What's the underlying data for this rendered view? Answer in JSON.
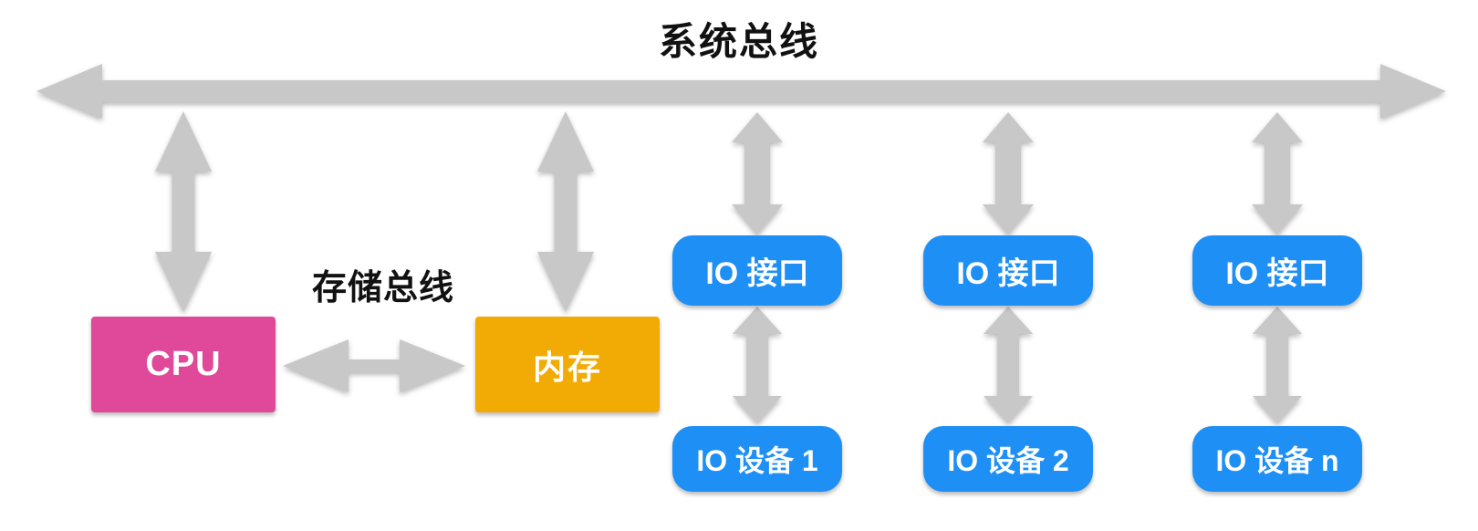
{
  "title": {
    "text": "系统总线"
  },
  "storage_bus": {
    "label": "存储总线"
  },
  "nodes": {
    "cpu": {
      "label": "CPU"
    },
    "memory": {
      "label": "内存"
    },
    "io_columns": [
      {
        "interface": "IO 接口",
        "device": "IO 设备 1"
      },
      {
        "interface": "IO 接口",
        "device": "IO 设备 2"
      },
      {
        "interface": "IO 接口",
        "device": "IO 设备 n"
      }
    ]
  },
  "colors": {
    "cpu_box": "#E0489A",
    "memory_box": "#F2AB04",
    "io_box": "#1E8FF5",
    "arrow": "#C8C8C8",
    "title_text": "#111111",
    "box_text": "#FFFFFF",
    "background": "#FFFFFF"
  },
  "connections": [
    "system-bus <-> cpu",
    "system-bus <-> memory",
    "system-bus <-> io-interface-1",
    "system-bus <-> io-interface-2",
    "system-bus <-> io-interface-3",
    "cpu <-> memory (storage bus)",
    "io-interface-1 <-> io-device-1",
    "io-interface-2 <-> io-device-2",
    "io-interface-3 <-> io-device-n"
  ]
}
